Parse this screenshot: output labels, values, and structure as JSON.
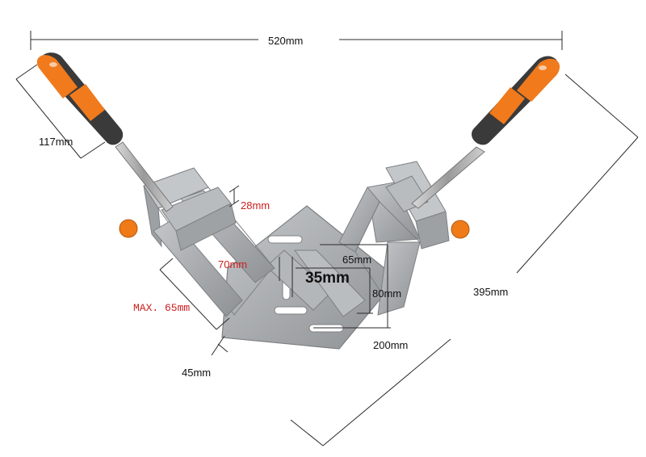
{
  "dimensions": {
    "total_width": "520mm",
    "handle_length": "117mm",
    "jaw_depth": "28mm",
    "opening": "70mm",
    "max_opening": "MAX. 65mm",
    "jaw_width_small": "65mm",
    "center_gap": "35mm",
    "base_height": "80mm",
    "base_width": "200mm",
    "jaw_thickness": "45mm",
    "diagonal_length": "395mm"
  },
  "colors": {
    "aluminum": "#a9acaf",
    "aluminum_dark": "#8e9194",
    "handle_black": "#3a3a3a",
    "handle_orange": "#f07a1c",
    "screw_knob": "#ef7a18",
    "label_red": "#cc1f1f"
  }
}
